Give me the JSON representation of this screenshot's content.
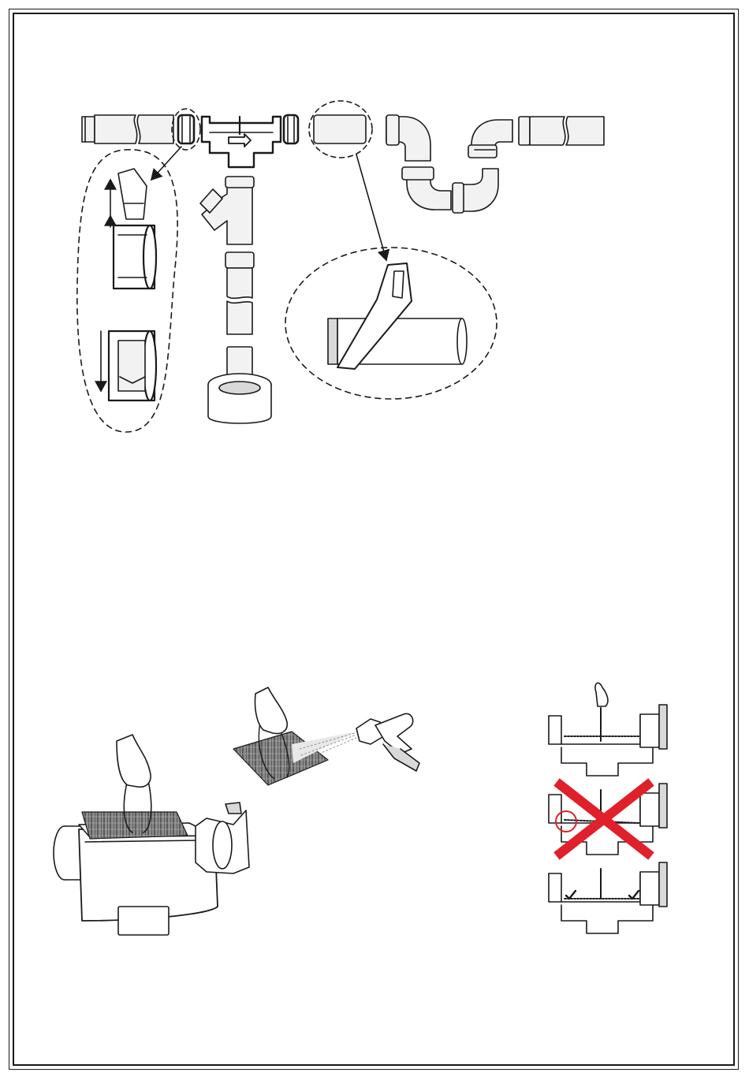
{
  "page": {
    "background": "#ffffff",
    "line_color": "#1a1a1a",
    "pipe_fill": "#f2f2f2",
    "shade_fill": "#d9d9d9",
    "warning_color": "#e0202a"
  },
  "illustrations": [
    "pipe-assembly-diagram",
    "gasket-detail-callout",
    "chamfer-cut-detail-callout",
    "filter-removal-and-rinsing",
    "filter-placement-check"
  ]
}
